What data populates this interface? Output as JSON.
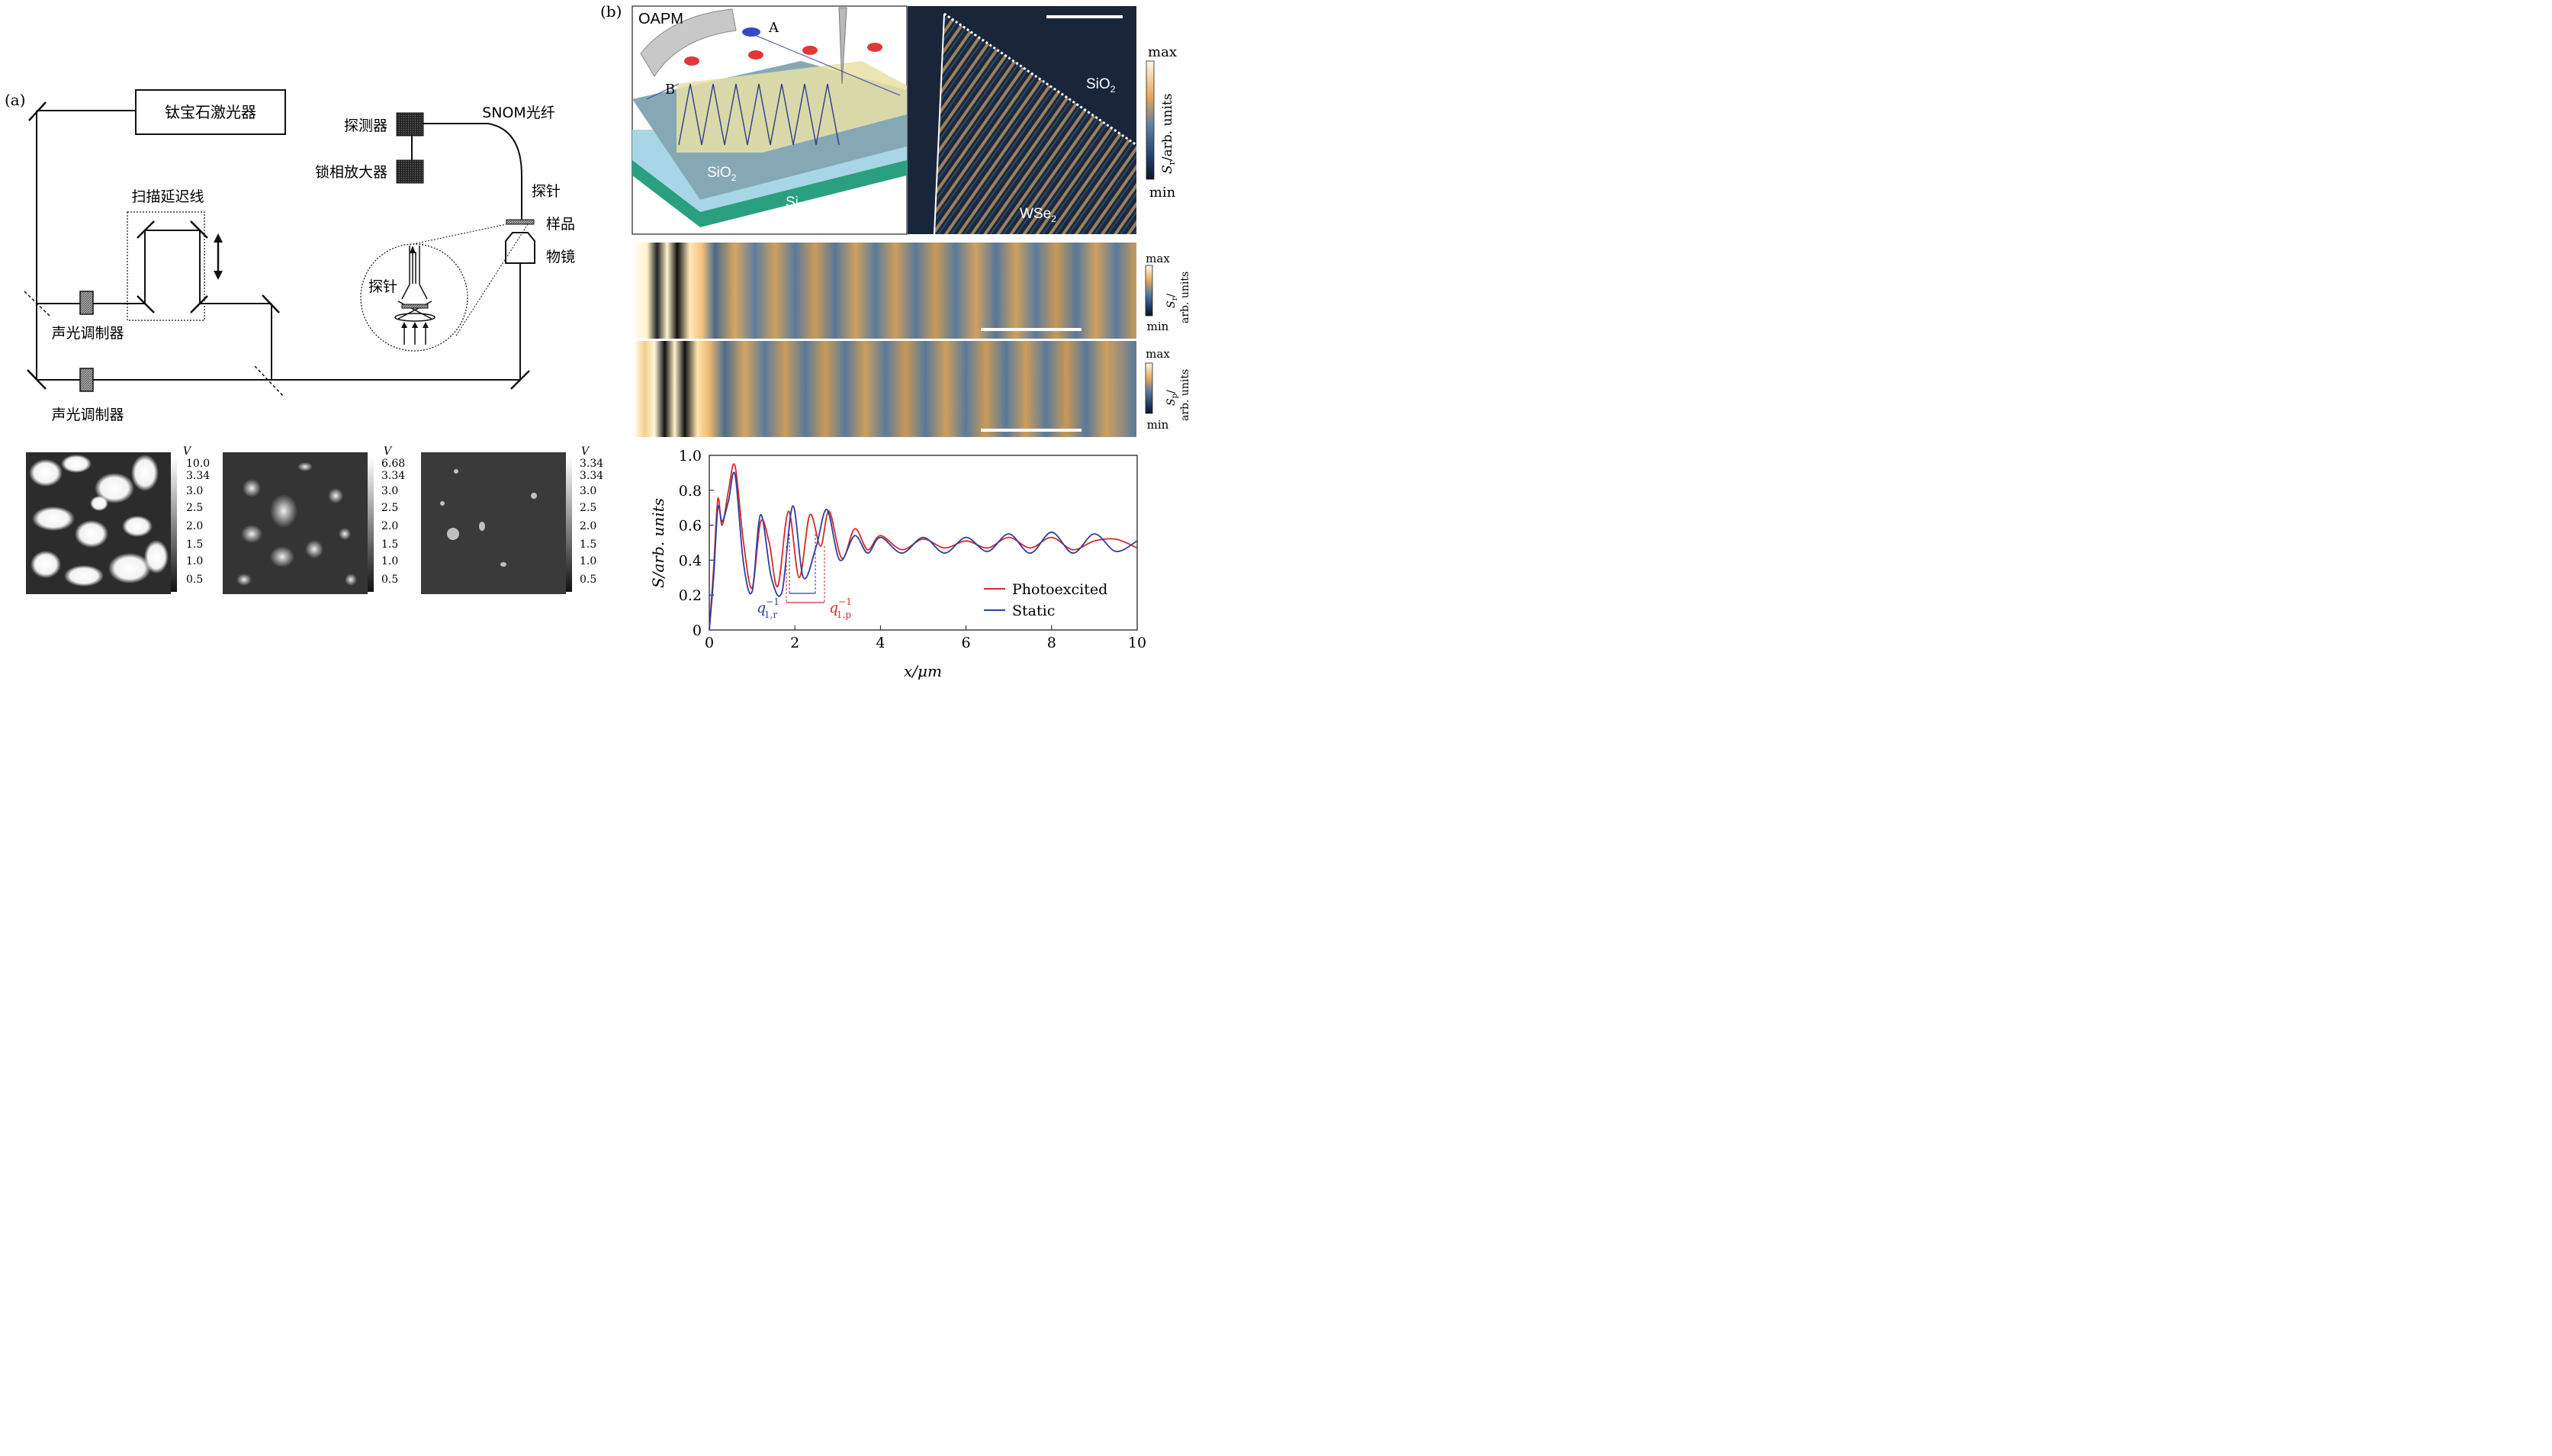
{
  "panel_a": {
    "label": "(a)",
    "laser": "钛宝石激光器",
    "detector": "探测器",
    "lockin": "锁相放大器",
    "fiber": "SNOM光纤",
    "delay_line": "扫描延迟线",
    "probe": "探针",
    "probe_inset": "探针",
    "sample": "样品",
    "objective": "物镜",
    "aom_top": "声光调制器",
    "aom_bottom": "声光调制器"
  },
  "colorbars_a": [
    {
      "unit": "V",
      "top1": "10.0",
      "top2": "3.34",
      "ticks": [
        "3.0",
        "2.5",
        "2.0",
        "1.5",
        "1.0",
        "0.5"
      ]
    },
    {
      "unit": "V",
      "top1": "6.68",
      "top2": "3.34",
      "ticks": [
        "3.0",
        "2.5",
        "2.0",
        "1.5",
        "1.0",
        "0.5"
      ]
    },
    {
      "unit": "V",
      "top1": "3.34",
      "top2": "3.34",
      "ticks": [
        "3.0",
        "2.5",
        "2.0",
        "1.5",
        "1.0",
        "0.5"
      ]
    }
  ],
  "panel_b": {
    "label": "(b)",
    "oapm": "OAPM",
    "point_a": "A",
    "point_b": "B",
    "sio2_left": "SiO",
    "sio2_left_sub": "2",
    "si": "Si",
    "sio2_right": "SiO",
    "sio2_right_sub": "2",
    "wse2": "WSe",
    "wse2_sub": "2",
    "cb_top": {
      "max": "max",
      "min": "min",
      "label": "S",
      "label_sub": "r",
      "label_rest": "/arb. units"
    },
    "cb_mid": {
      "max": "max",
      "min": "min",
      "label": "S",
      "label_sub": "r",
      "label_rest": "/",
      "label2": "arb. units"
    },
    "cb_bot": {
      "max": "max",
      "min": "min",
      "label": "S",
      "label_sub": "p",
      "label_rest": "/",
      "label2": "arb. units"
    }
  },
  "chart_data": {
    "type": "line",
    "xlabel": "x/μm",
    "ylabel": "S/arb. units",
    "xlim": [
      0,
      10
    ],
    "ylim": [
      0,
      1.0
    ],
    "xticks": [
      "0",
      "2",
      "4",
      "6",
      "8",
      "10"
    ],
    "yticks": [
      "0",
      "0.2",
      "0.4",
      "0.6",
      "0.8",
      "1.0"
    ],
    "legend_position": "bottom-right",
    "annotations": {
      "q_r": "q",
      "q_r_sup": "−1",
      "q_r_sub": "1,r",
      "q_p": "q",
      "q_p_sup": "−1",
      "q_p_sub": "1,p"
    },
    "series": [
      {
        "name": "Photoexcited",
        "color": "#d62a2a",
        "x": [
          0,
          0.1,
          0.2,
          0.3,
          0.45,
          0.6,
          0.8,
          1.0,
          1.2,
          1.4,
          1.6,
          1.85,
          2.1,
          2.35,
          2.6,
          2.8,
          3.1,
          3.4,
          3.7,
          4.0,
          4.5,
          5.0,
          5.5,
          6.0,
          6.5,
          7.0,
          7.5,
          8.0,
          8.5,
          9.0,
          9.5,
          10.0
        ],
        "y": [
          0.0,
          0.35,
          0.75,
          0.6,
          0.8,
          0.94,
          0.5,
          0.24,
          0.62,
          0.5,
          0.25,
          0.68,
          0.3,
          0.66,
          0.48,
          0.68,
          0.41,
          0.58,
          0.46,
          0.54,
          0.46,
          0.52,
          0.47,
          0.51,
          0.47,
          0.53,
          0.47,
          0.53,
          0.46,
          0.51,
          0.52,
          0.47
        ]
      },
      {
        "name": "Static",
        "color": "#2e3f9e",
        "x": [
          0,
          0.1,
          0.2,
          0.3,
          0.45,
          0.6,
          0.8,
          1.0,
          1.2,
          1.45,
          1.7,
          1.95,
          2.2,
          2.5,
          2.75,
          3.05,
          3.4,
          3.7,
          4.0,
          4.5,
          5.0,
          5.5,
          6.0,
          6.5,
          7.0,
          7.5,
          8.0,
          8.5,
          9.0,
          9.5,
          10.0
        ],
        "y": [
          0.0,
          0.3,
          0.7,
          0.62,
          0.74,
          0.89,
          0.38,
          0.22,
          0.66,
          0.3,
          0.22,
          0.71,
          0.3,
          0.48,
          0.69,
          0.4,
          0.54,
          0.44,
          0.53,
          0.44,
          0.53,
          0.44,
          0.53,
          0.45,
          0.55,
          0.44,
          0.56,
          0.44,
          0.55,
          0.45,
          0.51
        ]
      }
    ]
  }
}
